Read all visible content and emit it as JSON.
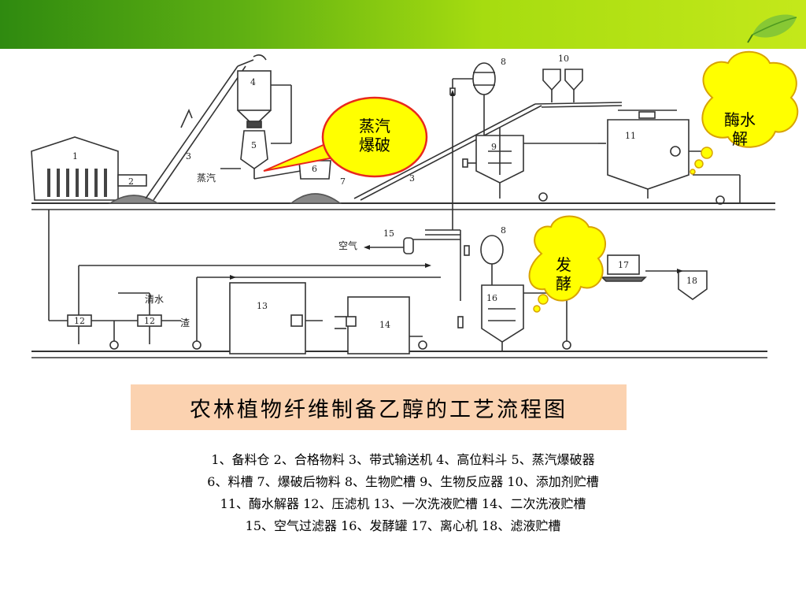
{
  "title": "农林植物纤维制备乙醇的工艺流程图",
  "callouts": {
    "steam_explosion": "蒸汽\n爆破",
    "enzymolysis": "酶水\n解",
    "fermentation": "发\n酵"
  },
  "diagram_labels": {
    "steam": "蒸汽",
    "air": "空气",
    "clear_water": "清水",
    "residue": "渣",
    "n1": "1",
    "n2": "2",
    "n3a": "3",
    "n3b": "3",
    "n4": "4",
    "n5": "5",
    "n6": "6",
    "n7": "7",
    "n8a": "8",
    "n8b": "8",
    "n9": "9",
    "n10": "10",
    "n11": "11",
    "n12a": "12",
    "n12b": "12",
    "n13": "13",
    "n14": "14",
    "n15": "15",
    "n16": "16",
    "n17": "17",
    "n18": "18"
  },
  "legend_lines": [
    "1、备料仓   2、合格物料   3、带式输送机   4、高位料斗   5、蒸汽爆破器",
    "6、料槽   7、爆破后物料   8、生物贮槽   9、生物反应器   10、添加剂贮槽",
    "11、酶水解器   12、压滤机   13、一次洗液贮槽   14、二次洗液贮槽",
    "15、空气过滤器   16、发酵罐   17、离心机   18、滤液贮槽"
  ],
  "colors": {
    "header_dark": "#2f8a10",
    "header_light": "#c4e81a",
    "callout_fill": "#ffff00",
    "callout_stroke": "#e8281e",
    "title_box": "#fbd2b0"
  }
}
